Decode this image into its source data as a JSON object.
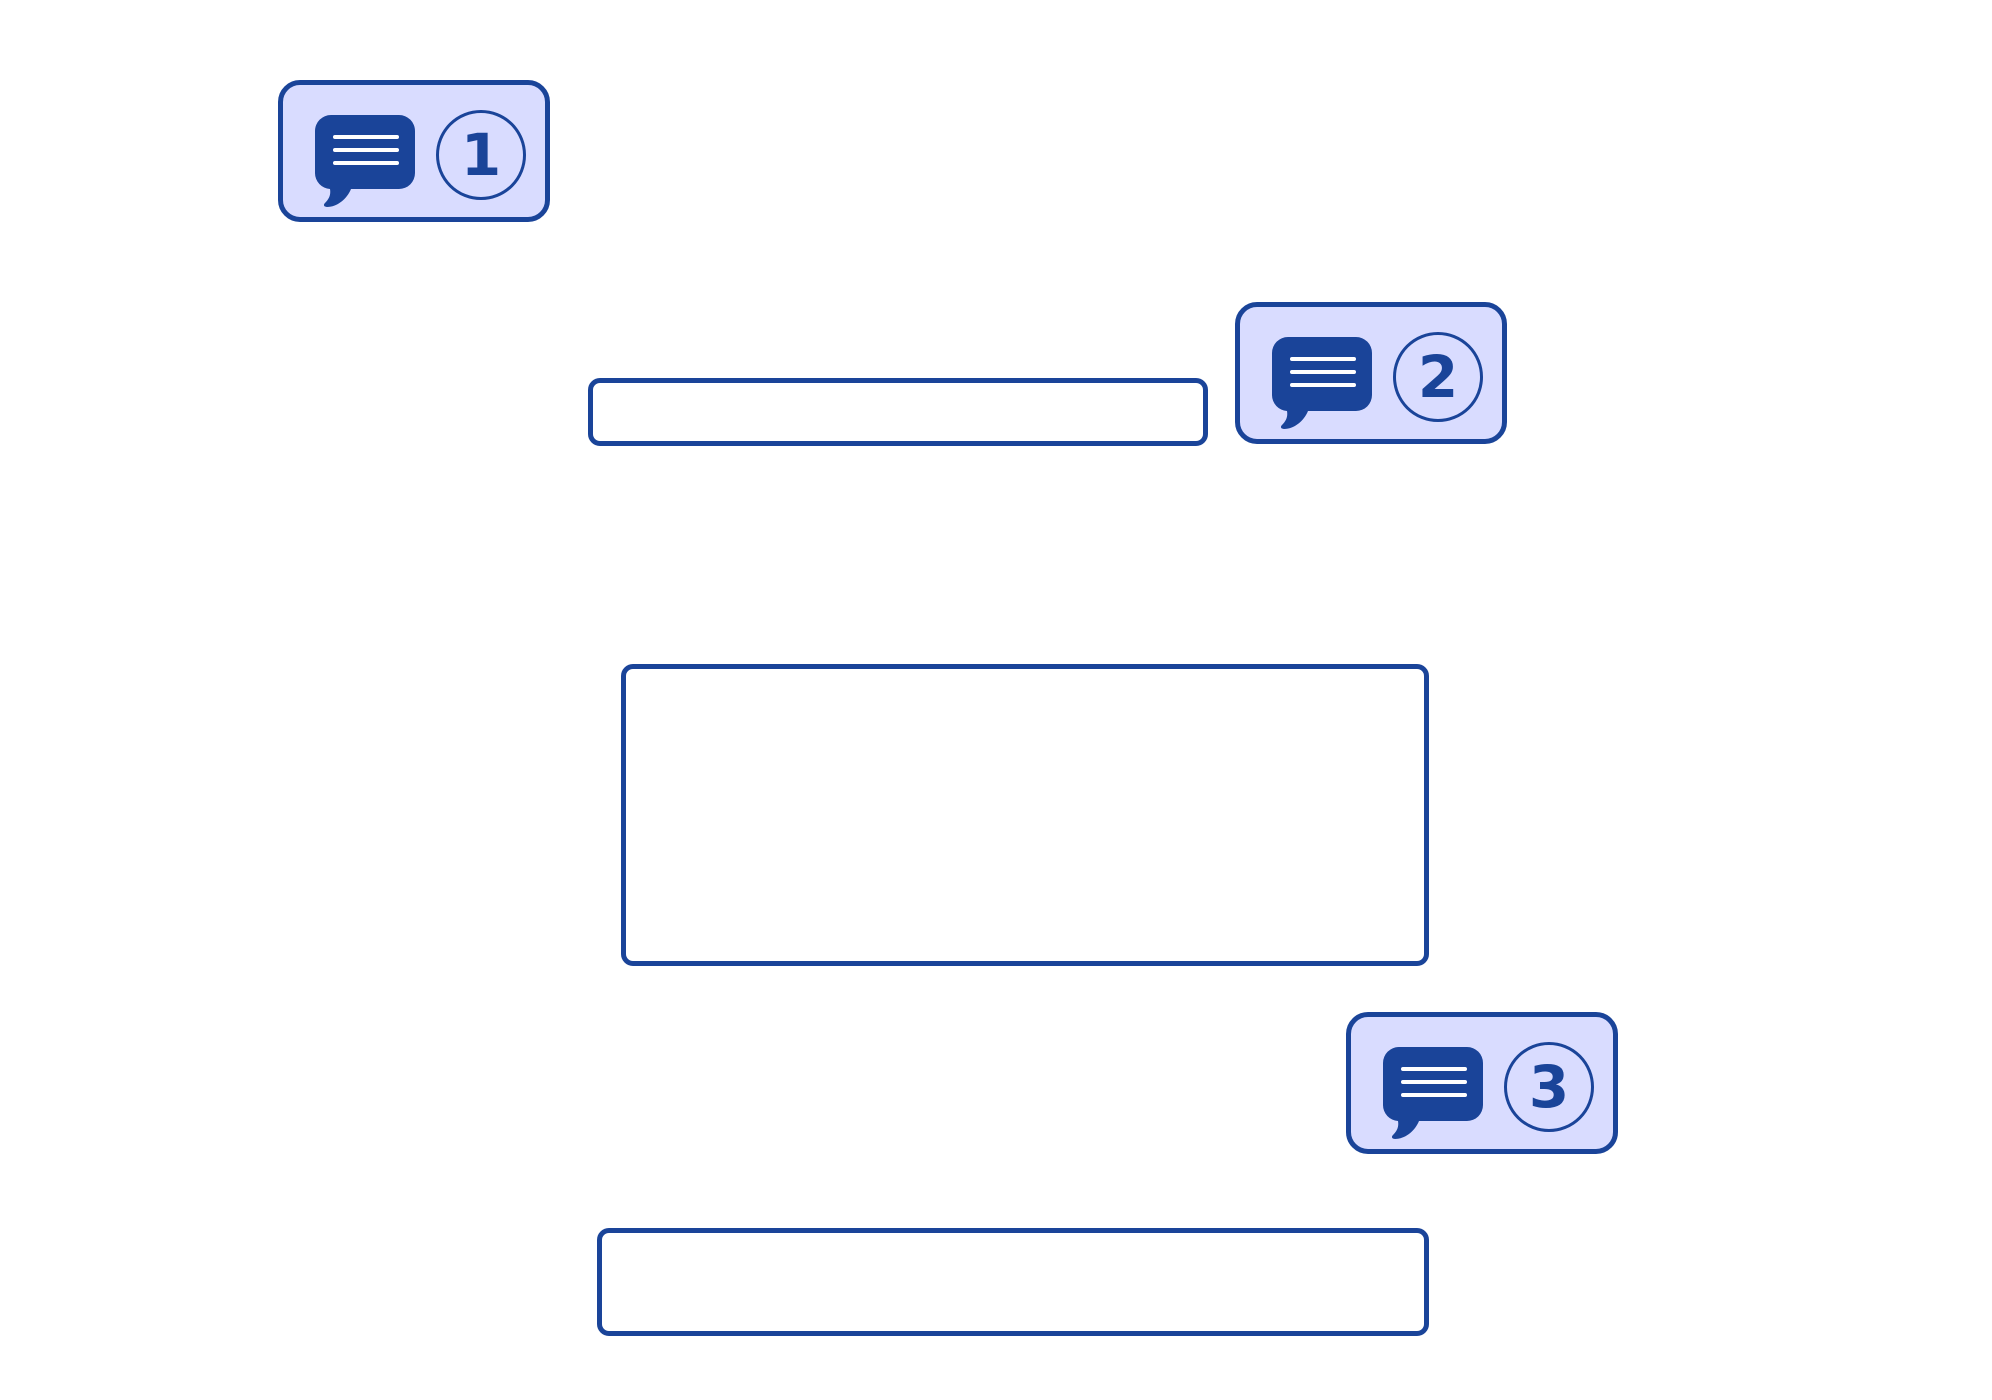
{
  "comment_markers": [
    {
      "number": "1",
      "icon": "comment-icon"
    },
    {
      "number": "2",
      "icon": "comment-icon"
    },
    {
      "number": "3",
      "icon": "comment-icon"
    }
  ],
  "fields": {
    "field_1": {
      "value": "",
      "placeholder": ""
    },
    "field_2": {
      "value": "",
      "placeholder": ""
    },
    "field_3": {
      "value": "",
      "placeholder": ""
    }
  },
  "colors": {
    "accent": "#1a4499",
    "badge_background": "#d9dcff",
    "background": "#ffffff"
  }
}
